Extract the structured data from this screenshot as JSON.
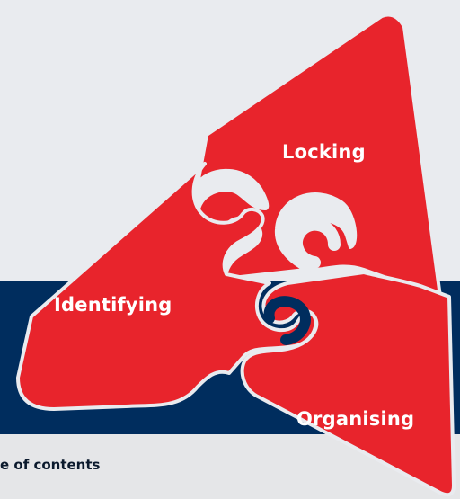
{
  "diagram": {
    "pieces": [
      {
        "label": "Locking",
        "color": "#e8242c"
      },
      {
        "label": "Identifying",
        "color": "#e8242c"
      },
      {
        "label": "Organising",
        "color": "#e8242c"
      }
    ],
    "band_color": "#002d5e",
    "background_color": "#e9ebef"
  },
  "footer": {
    "toc_label": "e of contents"
  }
}
